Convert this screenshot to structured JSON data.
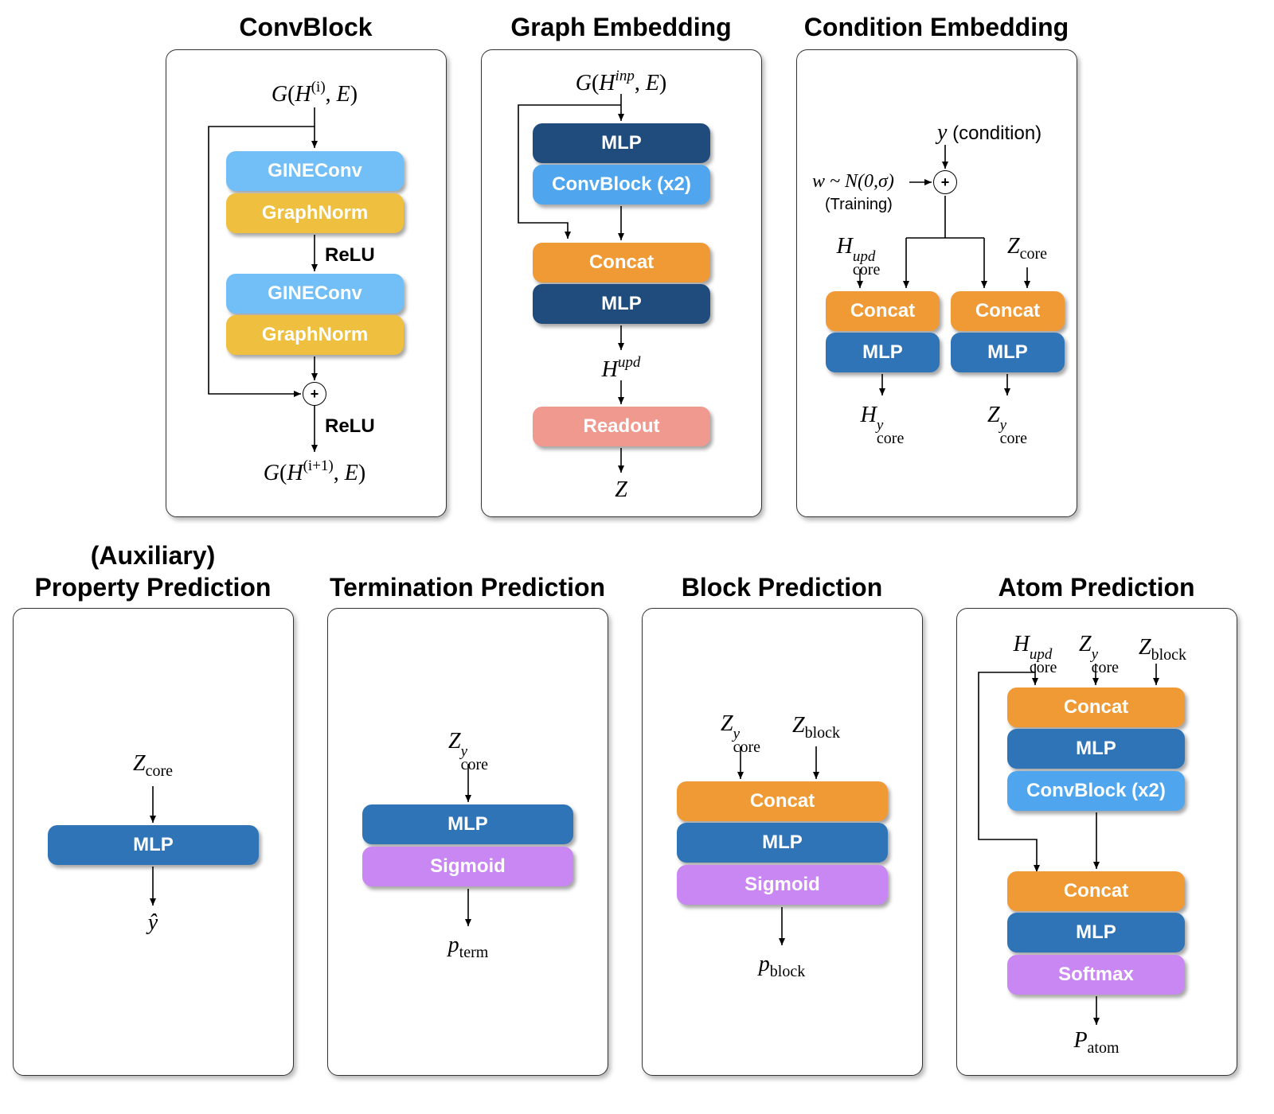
{
  "colors": {
    "gineconv": "#72BEF7",
    "graphnorm": "#EFBF40",
    "mlp_dark": "#1F4C7C",
    "mlp": "#3074B8",
    "convblock": "#4FA6EE",
    "concat": "#F09A36",
    "readout": "#F0998E",
    "sigmoid": "#C987F4",
    "softmax": "#C987F4"
  },
  "panels": {
    "convblock": {
      "title": "ConvBlock",
      "blocks": [
        "GINEConv",
        "GraphNorm",
        "GINEConv",
        "GraphNorm"
      ],
      "relu": "ReLU",
      "plus": "+"
    },
    "graph_embedding": {
      "title": "Graph Embedding",
      "blocks": [
        "MLP",
        "ConvBlock (x2)",
        "Concat",
        "MLP",
        "Readout"
      ],
      "output": "Z"
    },
    "condition_embedding": {
      "title": "Condition Embedding",
      "condition": "(condition)",
      "condition_var": "y",
      "noise": "w ~ N(0,σ)",
      "training": "(Training)",
      "plus": "+",
      "blocks": [
        "Concat",
        "MLP",
        "Concat",
        "MLP"
      ]
    },
    "property_prediction": {
      "title_line1": "(Auxiliary)",
      "title_line2": "Property Prediction",
      "blocks": [
        "MLP"
      ],
      "output": "ŷ"
    },
    "termination_prediction": {
      "title": "Termination Prediction",
      "blocks": [
        "MLP",
        "Sigmoid"
      ]
    },
    "block_prediction": {
      "title": "Block Prediction",
      "blocks": [
        "Concat",
        "MLP",
        "Sigmoid"
      ]
    },
    "atom_prediction": {
      "title": "Atom Prediction",
      "blocks": [
        "Concat",
        "MLP",
        "ConvBlock (x2)",
        "Concat",
        "MLP",
        "Softmax"
      ]
    }
  },
  "math": {
    "G": "G",
    "H": "H",
    "E": "E",
    "Z": "Z",
    "P": "P",
    "p": "p",
    "sup_i": "(i)",
    "sup_i1": "(i+1)",
    "sup_inp": "inp",
    "sup_upd": "upd",
    "sup_y": "y",
    "sub_core": "core",
    "sub_block": "block",
    "sub_term": "term",
    "sub_atom": "atom"
  }
}
